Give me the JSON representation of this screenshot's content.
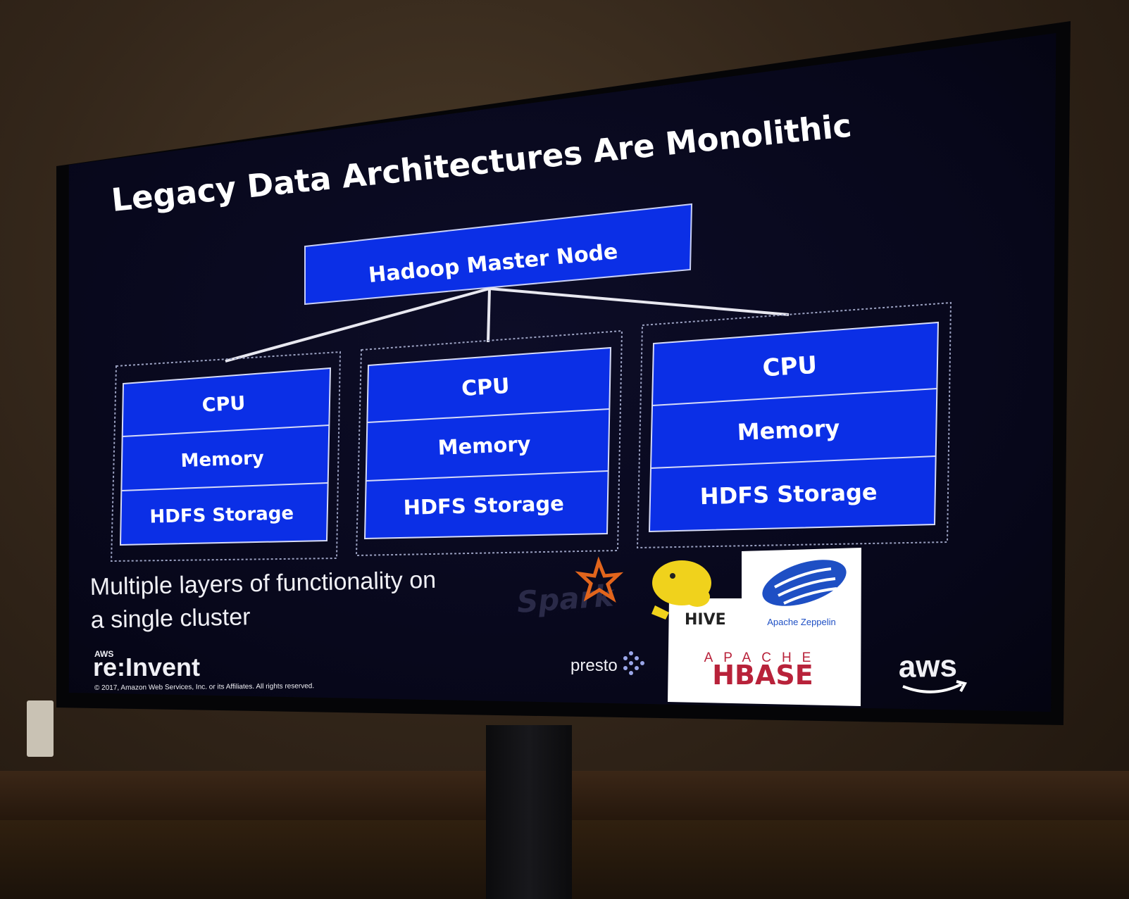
{
  "slide": {
    "title": "Legacy Data Architectures Are Monolithic",
    "master_node": "Hadoop Master Node",
    "nodes": [
      {
        "cpu": "CPU",
        "memory": "Memory",
        "storage": "HDFS Storage"
      },
      {
        "cpu": "CPU",
        "memory": "Memory",
        "storage": "HDFS Storage"
      },
      {
        "cpu": "CPU",
        "memory": "Memory",
        "storage": "HDFS Storage"
      }
    ],
    "caption_line1": "Multiple layers of functionality on",
    "caption_line2": "a single cluster",
    "event_brand_small": "AWS",
    "event_brand": "re:Invent",
    "copyright": "© 2017, Amazon Web Services, Inc. or its Affiliates. All rights reserved.",
    "logos": {
      "spark": "Spark",
      "hive": "HIVE",
      "zeppelin": "Apache Zeppelin",
      "presto": "presto",
      "hbase_top": "APACHE",
      "hbase_main": "HBASE",
      "aws": "aws"
    }
  },
  "colors": {
    "slide_bg": "#07071a",
    "box_blue": "#0b2fe6",
    "line_white": "#e8e8f0",
    "hbase_red": "#b8223a",
    "spark_orange": "#e2651c",
    "logo_panel": "#ffffff"
  }
}
